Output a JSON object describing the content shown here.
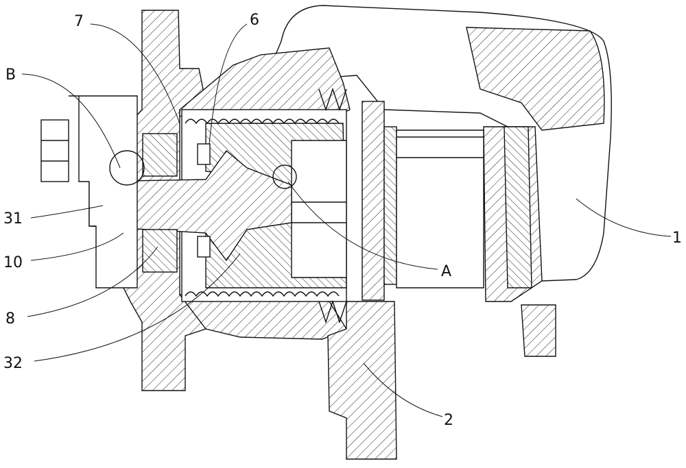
{
  "figure": {
    "labels": {
      "seven": "7",
      "six": "6",
      "b": "B",
      "thirty_one": "31",
      "ten": "10",
      "eight": "8",
      "thirty_two": "32",
      "a": "A",
      "one": "1",
      "two": "2"
    }
  }
}
